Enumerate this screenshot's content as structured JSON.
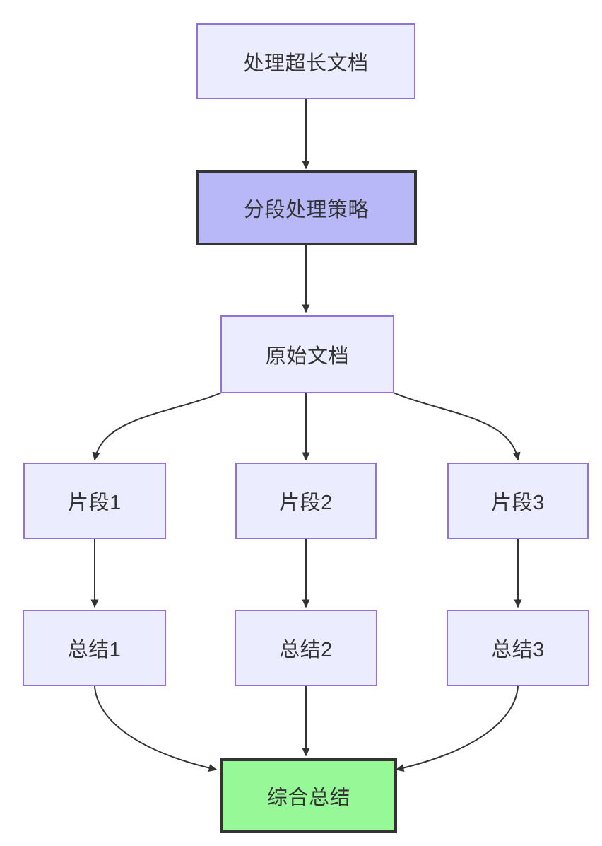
{
  "diagram": {
    "type": "flowchart-top-down",
    "nodes": [
      {
        "id": "A",
        "label": "处理超长文档",
        "variant": "default"
      },
      {
        "id": "B",
        "label": "分段处理策略",
        "variant": "highlight-purple"
      },
      {
        "id": "C",
        "label": "原始文档",
        "variant": "default"
      },
      {
        "id": "D1",
        "label": "片段1",
        "variant": "default"
      },
      {
        "id": "D2",
        "label": "片段2",
        "variant": "default"
      },
      {
        "id": "D3",
        "label": "片段3",
        "variant": "default"
      },
      {
        "id": "E1",
        "label": "总结1",
        "variant": "default"
      },
      {
        "id": "E2",
        "label": "总结2",
        "variant": "default"
      },
      {
        "id": "E3",
        "label": "总结3",
        "variant": "default"
      },
      {
        "id": "F",
        "label": "综合总结",
        "variant": "highlight-green"
      }
    ],
    "edges": [
      {
        "from": "A",
        "to": "B"
      },
      {
        "from": "B",
        "to": "C"
      },
      {
        "from": "C",
        "to": "D1"
      },
      {
        "from": "C",
        "to": "D2"
      },
      {
        "from": "C",
        "to": "D3"
      },
      {
        "from": "D1",
        "to": "E1"
      },
      {
        "from": "D2",
        "to": "E2"
      },
      {
        "from": "D3",
        "to": "E3"
      },
      {
        "from": "E1",
        "to": "F"
      },
      {
        "from": "E2",
        "to": "F"
      },
      {
        "from": "E3",
        "to": "F"
      }
    ],
    "colors": {
      "default_fill": "#ECECFF",
      "default_border": "#9370DB",
      "highlight_purple_fill": "#B8B8F8",
      "highlight_green_fill": "#96F896",
      "highlight_border": "#333333",
      "edge": "#333333",
      "text": "#333333",
      "background": "#FFFFFF"
    }
  }
}
